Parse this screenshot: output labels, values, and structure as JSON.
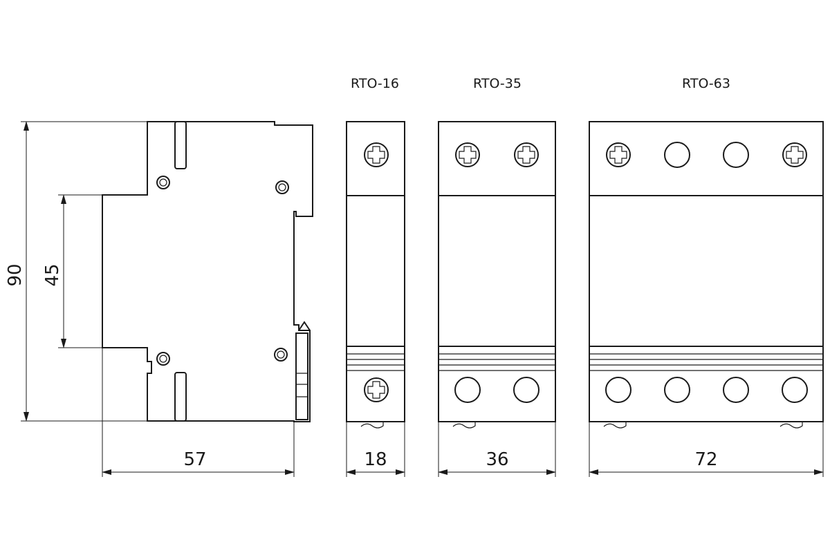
{
  "models": {
    "rto16": {
      "label": "RTO-16",
      "width": "18"
    },
    "rto35": {
      "label": "RTO-35",
      "width": "36"
    },
    "rto63": {
      "label": "RTO-63",
      "width": "72"
    }
  },
  "side_view": {
    "height": "90",
    "rail_height": "45",
    "depth": "57"
  }
}
